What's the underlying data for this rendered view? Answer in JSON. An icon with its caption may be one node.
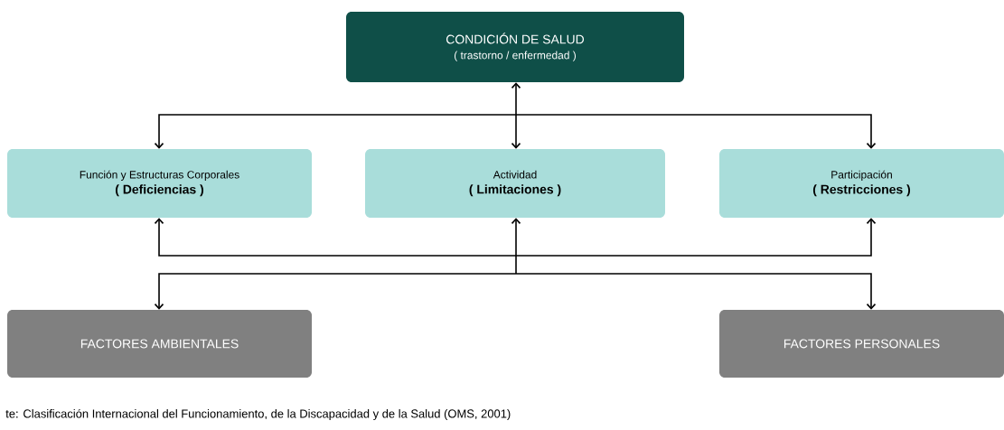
{
  "diagram": {
    "caption": "te: Clasificación Internacional del Funcionamiento, de la Discapacidad y de la Salud (OMS, 2001)",
    "nodes": [
      {
        "text": [
          "CONDICIÓN DE SALUD",
          "( trastorno / enfermedad )"
        ]
      },
      {
        "text": [
          "Función y Estructuras Corporales",
          "( Deficiencias )"
        ]
      },
      {
        "text": [
          "Actividad",
          "( Limitaciones )"
        ]
      },
      {
        "text": [
          "Participación",
          "( Restricciones )"
        ]
      },
      {
        "text": [
          "FACTORES AMBIENTALES"
        ]
      },
      {
        "text": [
          "FACTORES PERSONALES"
        ]
      }
    ],
    "edges": [
      {
        "from": 0,
        "to": 1,
        "arrow": "both"
      },
      {
        "from": 0,
        "to": 2,
        "arrow": "both"
      },
      {
        "from": 0,
        "to": 3,
        "arrow": "both"
      },
      {
        "from": 4,
        "to": 1,
        "arrow": "both"
      },
      {
        "from": 4,
        "to": 2,
        "arrow": "both"
      },
      {
        "from": 4,
        "to": 3,
        "arrow": "both"
      },
      {
        "from": 5,
        "to": 1,
        "arrow": "both"
      },
      {
        "from": 5,
        "to": 2,
        "arrow": "both"
      },
      {
        "from": 5,
        "to": 3,
        "arrow": "both"
      }
    ]
  }
}
